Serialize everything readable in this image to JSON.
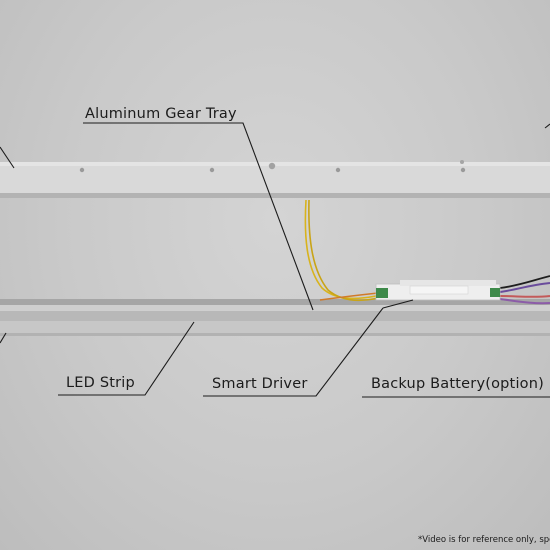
{
  "labels": {
    "gear_tray": "Aluminum Gear Tray",
    "led_strip": "LED Strip",
    "smart_driver": "Smart Driver",
    "backup_battery": "Backup Battery(option)"
  },
  "footnote": "*Video is for reference only, spec",
  "colors": {
    "background": "#cbcbcb",
    "tray_fill": "#dadada",
    "tray_shadow": "#a9a9a9",
    "housing_fill": "#c4c4c4",
    "driver_fill": "#eeeeee",
    "leader_line": "#1c1c1c",
    "wire_yellow": "#d8b31c",
    "wire_orange": "#c8782c",
    "wire_purple": "#6a4c9c",
    "pcb_green": "#3e8a4a"
  }
}
